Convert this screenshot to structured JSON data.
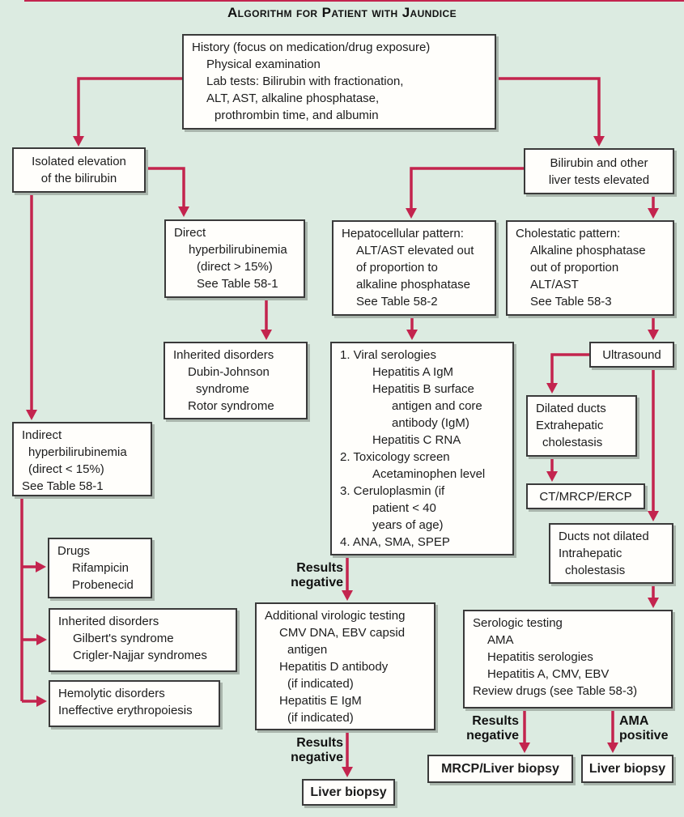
{
  "title": "Algorithm for Patient with Jaundice",
  "colors": {
    "background": "#dcebe1",
    "arrow": "#c3244e",
    "box_border": "#3a3a3a",
    "box_fill": "#fffefb",
    "shadow": "#a9b5ac",
    "text": "#1c1c1c"
  },
  "boxes": {
    "history": {
      "lines": [
        "History (focus on medication/drug exposure)",
        "Physical examination",
        "Lab tests: Bilirubin with fractionation,",
        "ALT, AST, alkaline phosphatase,",
        "prothrombin time, and albumin"
      ]
    },
    "isolated": {
      "lines": [
        "Isolated elevation",
        "of the bilirubin"
      ]
    },
    "bilirubin_elevated": {
      "lines": [
        "Bilirubin and other",
        "liver tests elevated"
      ]
    },
    "direct_hyper": {
      "lines": [
        "Direct",
        "hyperbilirubinemia",
        "(direct > 15%)",
        "See Table 58-1"
      ]
    },
    "hepatocellular": {
      "lines": [
        "Hepatocellular pattern:",
        "ALT/AST elevated out",
        "of proportion to",
        "alkaline phosphatase",
        "See Table 58-2"
      ]
    },
    "cholestatic": {
      "lines": [
        "Cholestatic pattern:",
        "Alkaline phosphatase",
        "out of proportion",
        "ALT/AST",
        "See Table 58-3"
      ]
    },
    "dubin_rotor": {
      "lines": [
        "Inherited disorders",
        "Dubin-Johnson",
        "syndrome",
        "Rotor syndrome"
      ]
    },
    "viral_serologies": {
      "lines": [
        "1. Viral serologies",
        "Hepatitis A IgM",
        "Hepatitis B surface",
        "antigen and core",
        "antibody (IgM)",
        "Hepatitis C RNA",
        "2. Toxicology screen",
        "Acetaminophen level",
        "3. Ceruloplasmin (if",
        "patient < 40",
        "years of age)",
        "4. ANA, SMA, SPEP"
      ]
    },
    "indirect_hyper": {
      "lines": [
        "Indirect",
        "hyperbilirubinemia",
        "(direct < 15%)",
        "See Table 58-1"
      ]
    },
    "drugs": {
      "lines": [
        "Drugs",
        "Rifampicin",
        "Probenecid"
      ]
    },
    "gilbert": {
      "lines": [
        "Inherited disorders",
        "Gilbert's syndrome",
        "Crigler-Najjar syndromes"
      ]
    },
    "hemolytic": {
      "lines": [
        "Hemolytic disorders",
        "Ineffective erythropoiesis"
      ]
    },
    "ultrasound": {
      "lines": [
        "Ultrasound"
      ]
    },
    "dilated_ducts": {
      "lines": [
        "Dilated ducts",
        "Extrahepatic",
        "cholestasis"
      ]
    },
    "ct_mrcp_ercp": {
      "lines": [
        "CT/MRCP/ERCP"
      ]
    },
    "ducts_not_dilated": {
      "lines": [
        "Ducts not dilated",
        "Intrahepatic",
        "cholestasis"
      ]
    },
    "serologic_testing": {
      "lines": [
        "Serologic testing",
        "AMA",
        "Hepatitis serologies",
        "Hepatitis A, CMV, EBV",
        "Review drugs (see Table 58-3)"
      ]
    },
    "additional_virologic": {
      "lines": [
        "Additional virologic testing",
        "CMV DNA, EBV capsid",
        "antigen",
        "Hepatitis D antibody",
        "(if indicated)",
        "Hepatitis E IgM",
        "(if indicated)"
      ]
    },
    "liver_biopsy_mid": {
      "lines": [
        "Liver biopsy"
      ]
    },
    "mrcp_liver_biopsy": {
      "lines": [
        "MRCP/Liver biopsy"
      ]
    },
    "liver_biopsy_right": {
      "lines": [
        "Liver biopsy"
      ]
    }
  },
  "labels": {
    "results_negative_1": {
      "lines": [
        "Results",
        "negative"
      ]
    },
    "results_negative_2": {
      "lines": [
        "Results",
        "negative"
      ]
    },
    "results_negative_3": {
      "lines": [
        "Results",
        "negative"
      ]
    },
    "ama_positive": {
      "lines": [
        "AMA",
        "positive"
      ]
    }
  }
}
